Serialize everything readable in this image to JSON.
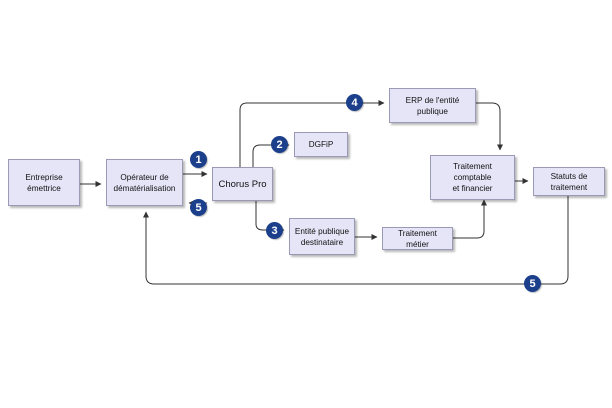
{
  "nodes": {
    "entreprise": "Entreprise\némettrice",
    "operateur": "Opérateur de\ndématérialisation",
    "chorus": "Chorus Pro",
    "dgfip": "DGFiP",
    "erp": "ERP de l'entité\npublique",
    "entite": "Entité publique\ndestinataire",
    "traitement_metier": "Traitement métier",
    "traitement_comptable": "Traitement comptable\net financier",
    "statuts": "Statuts de traitement"
  },
  "steps": {
    "s1": "1",
    "s2": "2",
    "s3": "3",
    "s4": "4",
    "s5a": "5",
    "s5b": "5"
  },
  "colors": {
    "box_fill": "#e6e4f7",
    "box_border": "#9a9ab6",
    "badge": "#1c3f8c",
    "connector": "#333333"
  }
}
